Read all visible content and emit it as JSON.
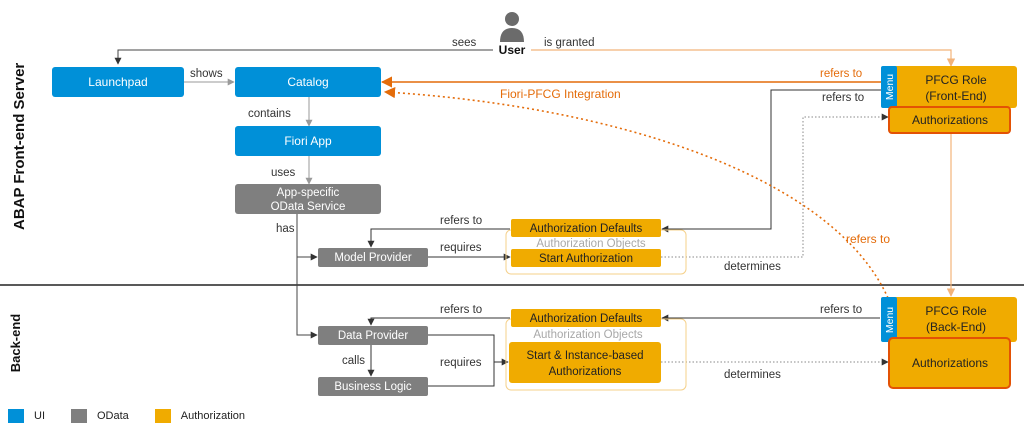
{
  "sections": {
    "frontend": "ABAP Front-end Server",
    "backend": "Back-end"
  },
  "user": {
    "label": "User"
  },
  "nodes": {
    "launchpad": "Launchpad",
    "catalog": "Catalog",
    "fiori_app": "Fiori App",
    "odata_service_line1": "App-specific",
    "odata_service_line2": "OData Service",
    "model_provider": "Model Provider",
    "auth_defaults_fe": "Authorization Defaults",
    "auth_objects_fe": "Authorization Objects",
    "start_authorization": "Start Authorization",
    "pfcg_fe_line1": "PFCG Role",
    "pfcg_fe_line2": "(Front-End)",
    "authorizations_fe": "Authorizations",
    "menu_fe": "Menu",
    "data_provider": "Data Provider",
    "business_logic": "Business Logic",
    "auth_defaults_be": "Authorization Defaults",
    "auth_objects_be": "Authorization Objects",
    "start_instance_line1": "Start & Instance-based",
    "start_instance_line2": "Authorizations",
    "pfcg_be_line1": "PFCG Role",
    "pfcg_be_line2": "(Back-End)",
    "authorizations_be": "Authorizations",
    "menu_be": "Menu"
  },
  "edges": {
    "sees": "sees",
    "is_granted": "is granted",
    "shows": "shows",
    "contains": "contains",
    "uses": "uses",
    "has": "has",
    "refers_to_1": "refers to",
    "refers_to_2": "refers to",
    "fiori_pfcg_integration": "Fiori-PFCG Integration",
    "refers_to_fe_defaults": "refers to",
    "requires_fe": "requires",
    "determines_fe": "determines",
    "refers_to_dotted": "refers  to",
    "refers_to_be_defaults": "refers to",
    "refers_to_be_pfcg": "refers to",
    "calls": "calls",
    "requires_be": "requires",
    "determines_be": "determines"
  },
  "legend": [
    {
      "label": "UI",
      "color": "#0090d8"
    },
    {
      "label": "OData",
      "color": "#7f7f7f"
    },
    {
      "label": "Authorization",
      "color": "#f0ab00"
    }
  ],
  "colors": {
    "ui": "#0090d8",
    "odata": "#7f7f7f",
    "authorization": "#f0ab00",
    "integration": "#e46c0a",
    "auth_border": "#e35205"
  }
}
